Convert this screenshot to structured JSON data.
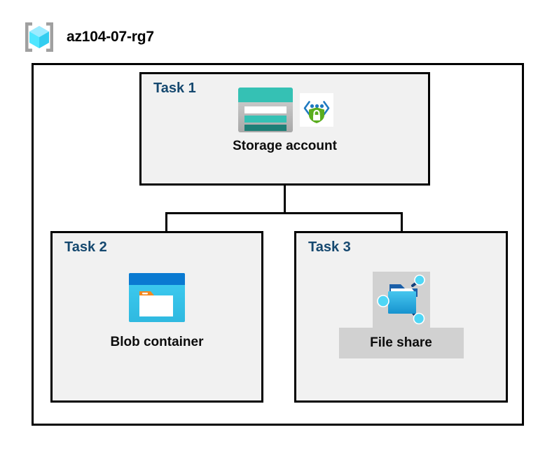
{
  "diagram": {
    "resource_group": {
      "icon": "resource-group-cube-icon",
      "title": "az104-07-rg7"
    },
    "tasks": [
      {
        "id": "task1",
        "label": "Task 1",
        "node": {
          "caption": "Storage account",
          "icons": [
            "storage-account-icon",
            "storage-security-shield-icon"
          ],
          "selected": false
        }
      },
      {
        "id": "task2",
        "label": "Task 2",
        "node": {
          "caption": "Blob container",
          "icons": [
            "blob-container-icon"
          ],
          "selected": false
        }
      },
      {
        "id": "task3",
        "label": "Task 3",
        "node": {
          "caption": "File share",
          "icons": [
            "file-share-icon"
          ],
          "selected": true
        }
      }
    ],
    "connections": [
      {
        "from": "task1",
        "to": "task2"
      },
      {
        "from": "task1",
        "to": "task3"
      }
    ],
    "colors": {
      "task_label": "#15486f",
      "task_box_fill": "#f1f1f1",
      "outline": "#000000",
      "selection_highlight": "#d1d1d1",
      "storage_teal": "#35c1b4",
      "storage_teal_dark": "#1e7f77",
      "shield_green": "#5aad1e",
      "bracket_gray": "#a0a0a0",
      "cube_cyan": "#50e6ff",
      "blob_blue": "#0078d4",
      "blob_cyan": "#32c3f0",
      "blob_orange": "#f78d1e",
      "fileshare_blue": "#32b5e5"
    }
  }
}
